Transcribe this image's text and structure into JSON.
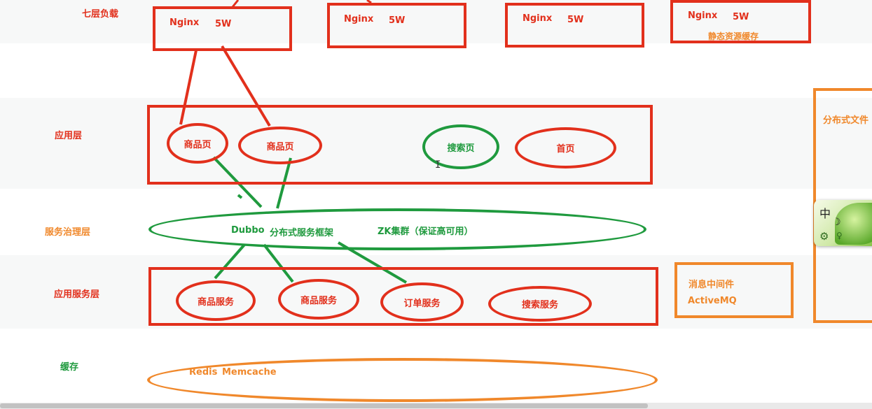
{
  "layers": {
    "l7": "七层负载",
    "app": "应用层",
    "governance": "服务治理层",
    "service": "应用服务层",
    "cache": "缓存"
  },
  "nginx": [
    {
      "name": "Nginx",
      "cap": "5W",
      "note": ""
    },
    {
      "name": "Nginx",
      "cap": "5W",
      "note": ""
    },
    {
      "name": "Nginx",
      "cap": "5W",
      "note": ""
    },
    {
      "name": "Nginx",
      "cap": "5W",
      "note": "静态资源缓存"
    }
  ],
  "app_pages": [
    "商品页",
    "商品页",
    "搜索页",
    "首页"
  ],
  "governance": {
    "dubbo": "Dubbo",
    "framework": "分布式服务框架",
    "zk": "ZK集群（保证高可用）"
  },
  "services": [
    "商品服务",
    "商品服务",
    "订单服务",
    "搜索服务"
  ],
  "cache": {
    "redis": "Redis",
    "memcache": "Memcache"
  },
  "mq": {
    "title": "消息中间件",
    "name": "ActiveMQ"
  },
  "dfs": {
    "title": "分布式文件"
  },
  "ime": {
    "lang": "中",
    "mode": "☽",
    "settings": "⚙",
    "pin": "♀"
  },
  "cursor": "I",
  "colors": {
    "red": "#e2301c",
    "green": "#1f9a3e",
    "orange": "#f0882b"
  }
}
